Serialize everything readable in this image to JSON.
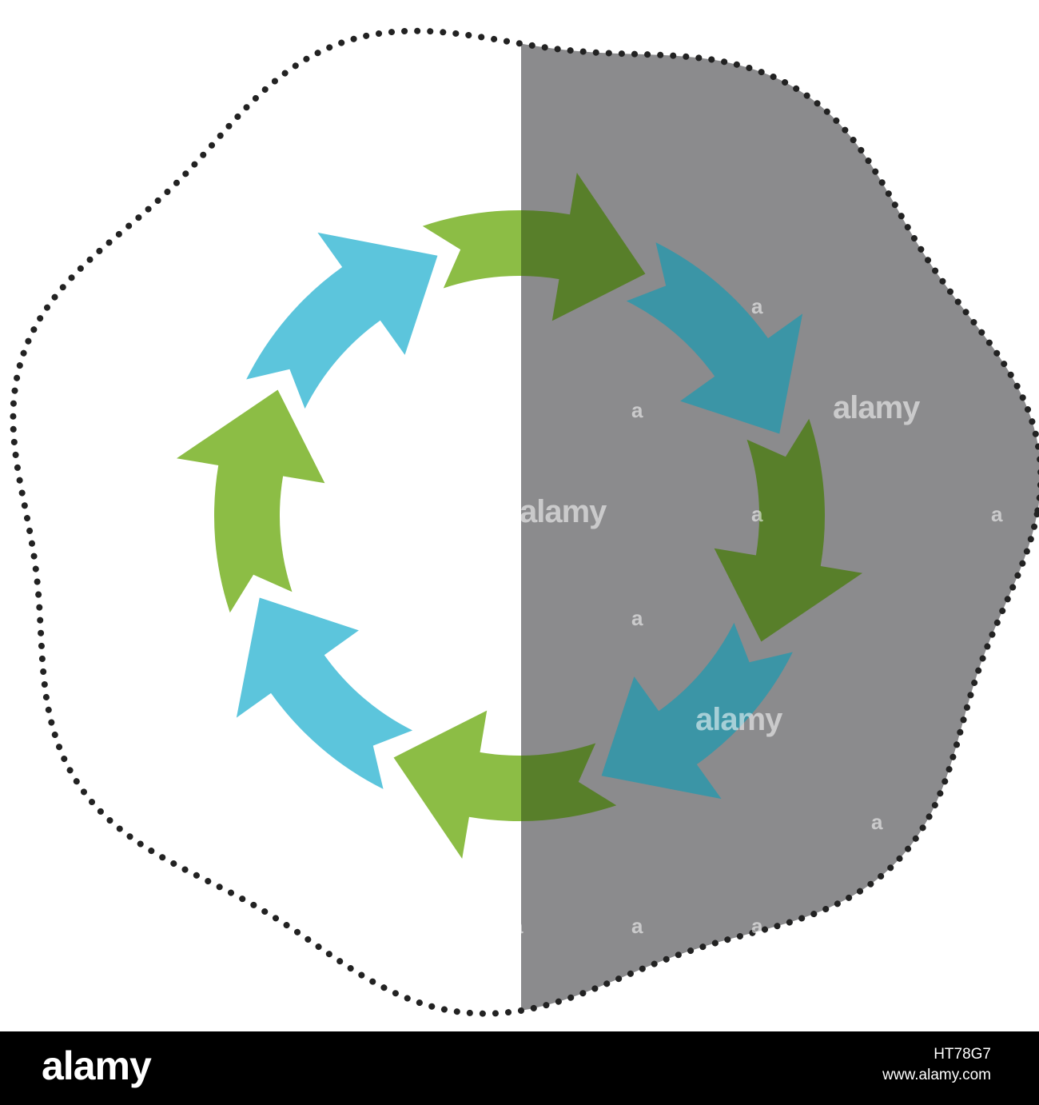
{
  "colors": {
    "background": "#ffffff",
    "shadow_panel": "#8b8b8d",
    "outline_dots": "#222222",
    "green_light": "#8cbd45",
    "green_dark": "#587f2a",
    "blue_light": "#5cc5dc",
    "blue_dark": "#3b95a6",
    "footer_background": "#000000",
    "footer_text": "#ffffff"
  },
  "figure": {
    "arrows": [
      {
        "name": "arrow-top",
        "color": "green"
      },
      {
        "name": "arrow-upper-right",
        "color": "blue"
      },
      {
        "name": "arrow-right",
        "color": "green"
      },
      {
        "name": "arrow-lower-right",
        "color": "blue"
      },
      {
        "name": "arrow-bottom",
        "color": "green"
      },
      {
        "name": "arrow-lower-left",
        "color": "blue"
      },
      {
        "name": "arrow-left",
        "color": "green"
      },
      {
        "name": "arrow-upper-left",
        "color": "blue"
      }
    ]
  },
  "watermark": {
    "word": "alamy",
    "letter": "a"
  },
  "footer": {
    "logo": "alamy",
    "image_id": "HT78G7",
    "site": "www.alamy.com"
  }
}
